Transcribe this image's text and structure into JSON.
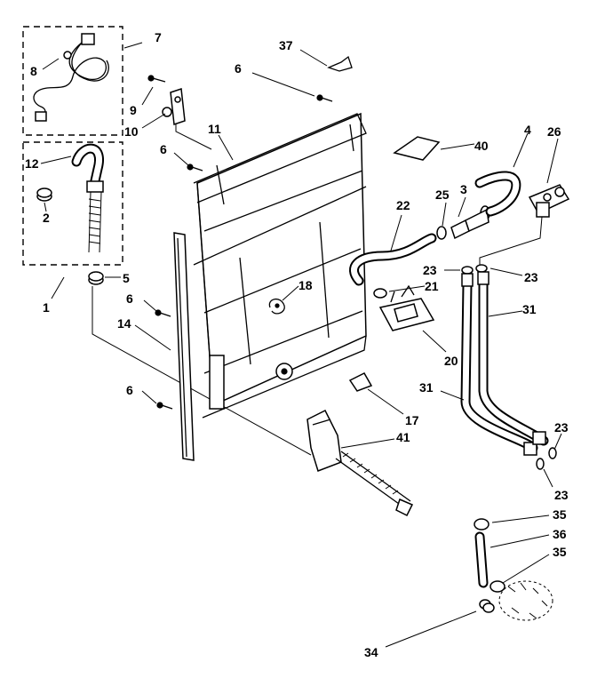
{
  "callouts": {
    "c7": "7",
    "c8": "8",
    "c37": "37",
    "c6a": "6",
    "c9": "9",
    "c10": "10",
    "c11": "11",
    "c6b": "6",
    "c40": "40",
    "c4": "4",
    "c26": "26",
    "c12": "12",
    "c22": "22",
    "c25": "25",
    "c3": "3",
    "c2": "2",
    "c23a": "23",
    "c23b": "23",
    "c5": "5",
    "c21": "21",
    "c18": "18",
    "c6c": "6",
    "c1": "1",
    "c31a": "31",
    "c14": "14",
    "c20": "20",
    "c31b": "31",
    "c6d": "6",
    "c17": "17",
    "c23c": "23",
    "c41": "41",
    "c23d": "23",
    "c35a": "35",
    "c36": "36",
    "c35b": "35",
    "c34": "34"
  }
}
